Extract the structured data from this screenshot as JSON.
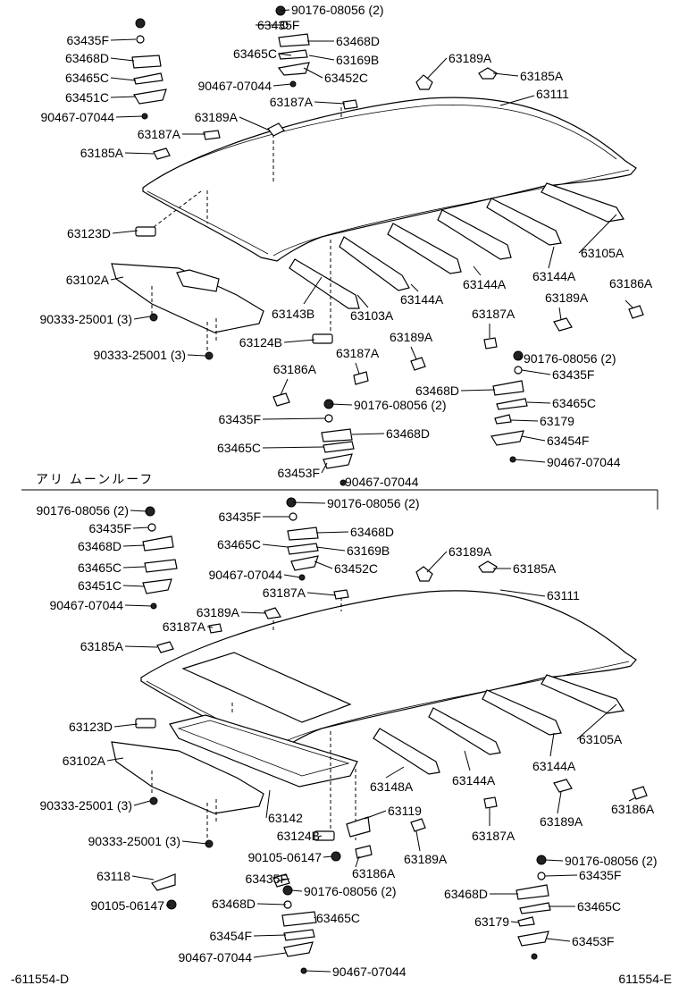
{
  "section_title": "アリ ムーンルーフ",
  "footer": {
    "left_code": "-611554-D",
    "right_code": "611554-E"
  },
  "top_labels": [
    "90176-08056 (2)",
    "63435F",
    "63468D",
    "63465C",
    "63169B",
    "63452C",
    "90467-07044",
    "63435F",
    "63468D",
    "63465C",
    "63451C",
    "90467-07044",
    "63189A",
    "63187A",
    "63189A",
    "63185A",
    "63111",
    "63187A",
    "63185A",
    "63123D",
    "63105A",
    "63102A",
    "63143B",
    "63103A",
    "63144A",
    "63144A",
    "63144A",
    "63186A",
    "90333-25001 (3)",
    "63189A",
    "63187A",
    "90333-25001 (3)",
    "63124B",
    "63189A",
    "63187A",
    "90176-08056 (2)",
    "63435F",
    "63186A",
    "63468D",
    "63465C",
    "90176-08056 (2)",
    "63179",
    "63435F",
    "63468D",
    "63454F",
    "63465C",
    "90467-07044",
    "63453F",
    "90467-07044"
  ],
  "bottom_labels": [
    "90176-08056 (2)",
    "90176-08056 (2)",
    "63435F",
    "63435F",
    "63468D",
    "63468D",
    "63169B",
    "63465C",
    "63465C",
    "63189A",
    "63452C",
    "90467-07044",
    "63185A",
    "63451C",
    "63111",
    "63187A",
    "90467-07044",
    "63189A",
    "63187A",
    "63185A",
    "63123D",
    "63105A",
    "63102A",
    "63148A",
    "63144A",
    "63144A",
    "63142",
    "63186A",
    "90333-25001 (3)",
    "63119",
    "63189A",
    "63124B",
    "90333-25001 (3)",
    "63187A",
    "90105-06147",
    "63189A",
    "90176-08056 (2)",
    "63118",
    "63186A",
    "63435F",
    "90176-08056 (2)",
    "90105-06147",
    "63435F",
    "63468D",
    "63468D",
    "63465C",
    "63179",
    "63465C",
    "63454F",
    "63453F",
    "90467-07044",
    "90467-07044"
  ]
}
